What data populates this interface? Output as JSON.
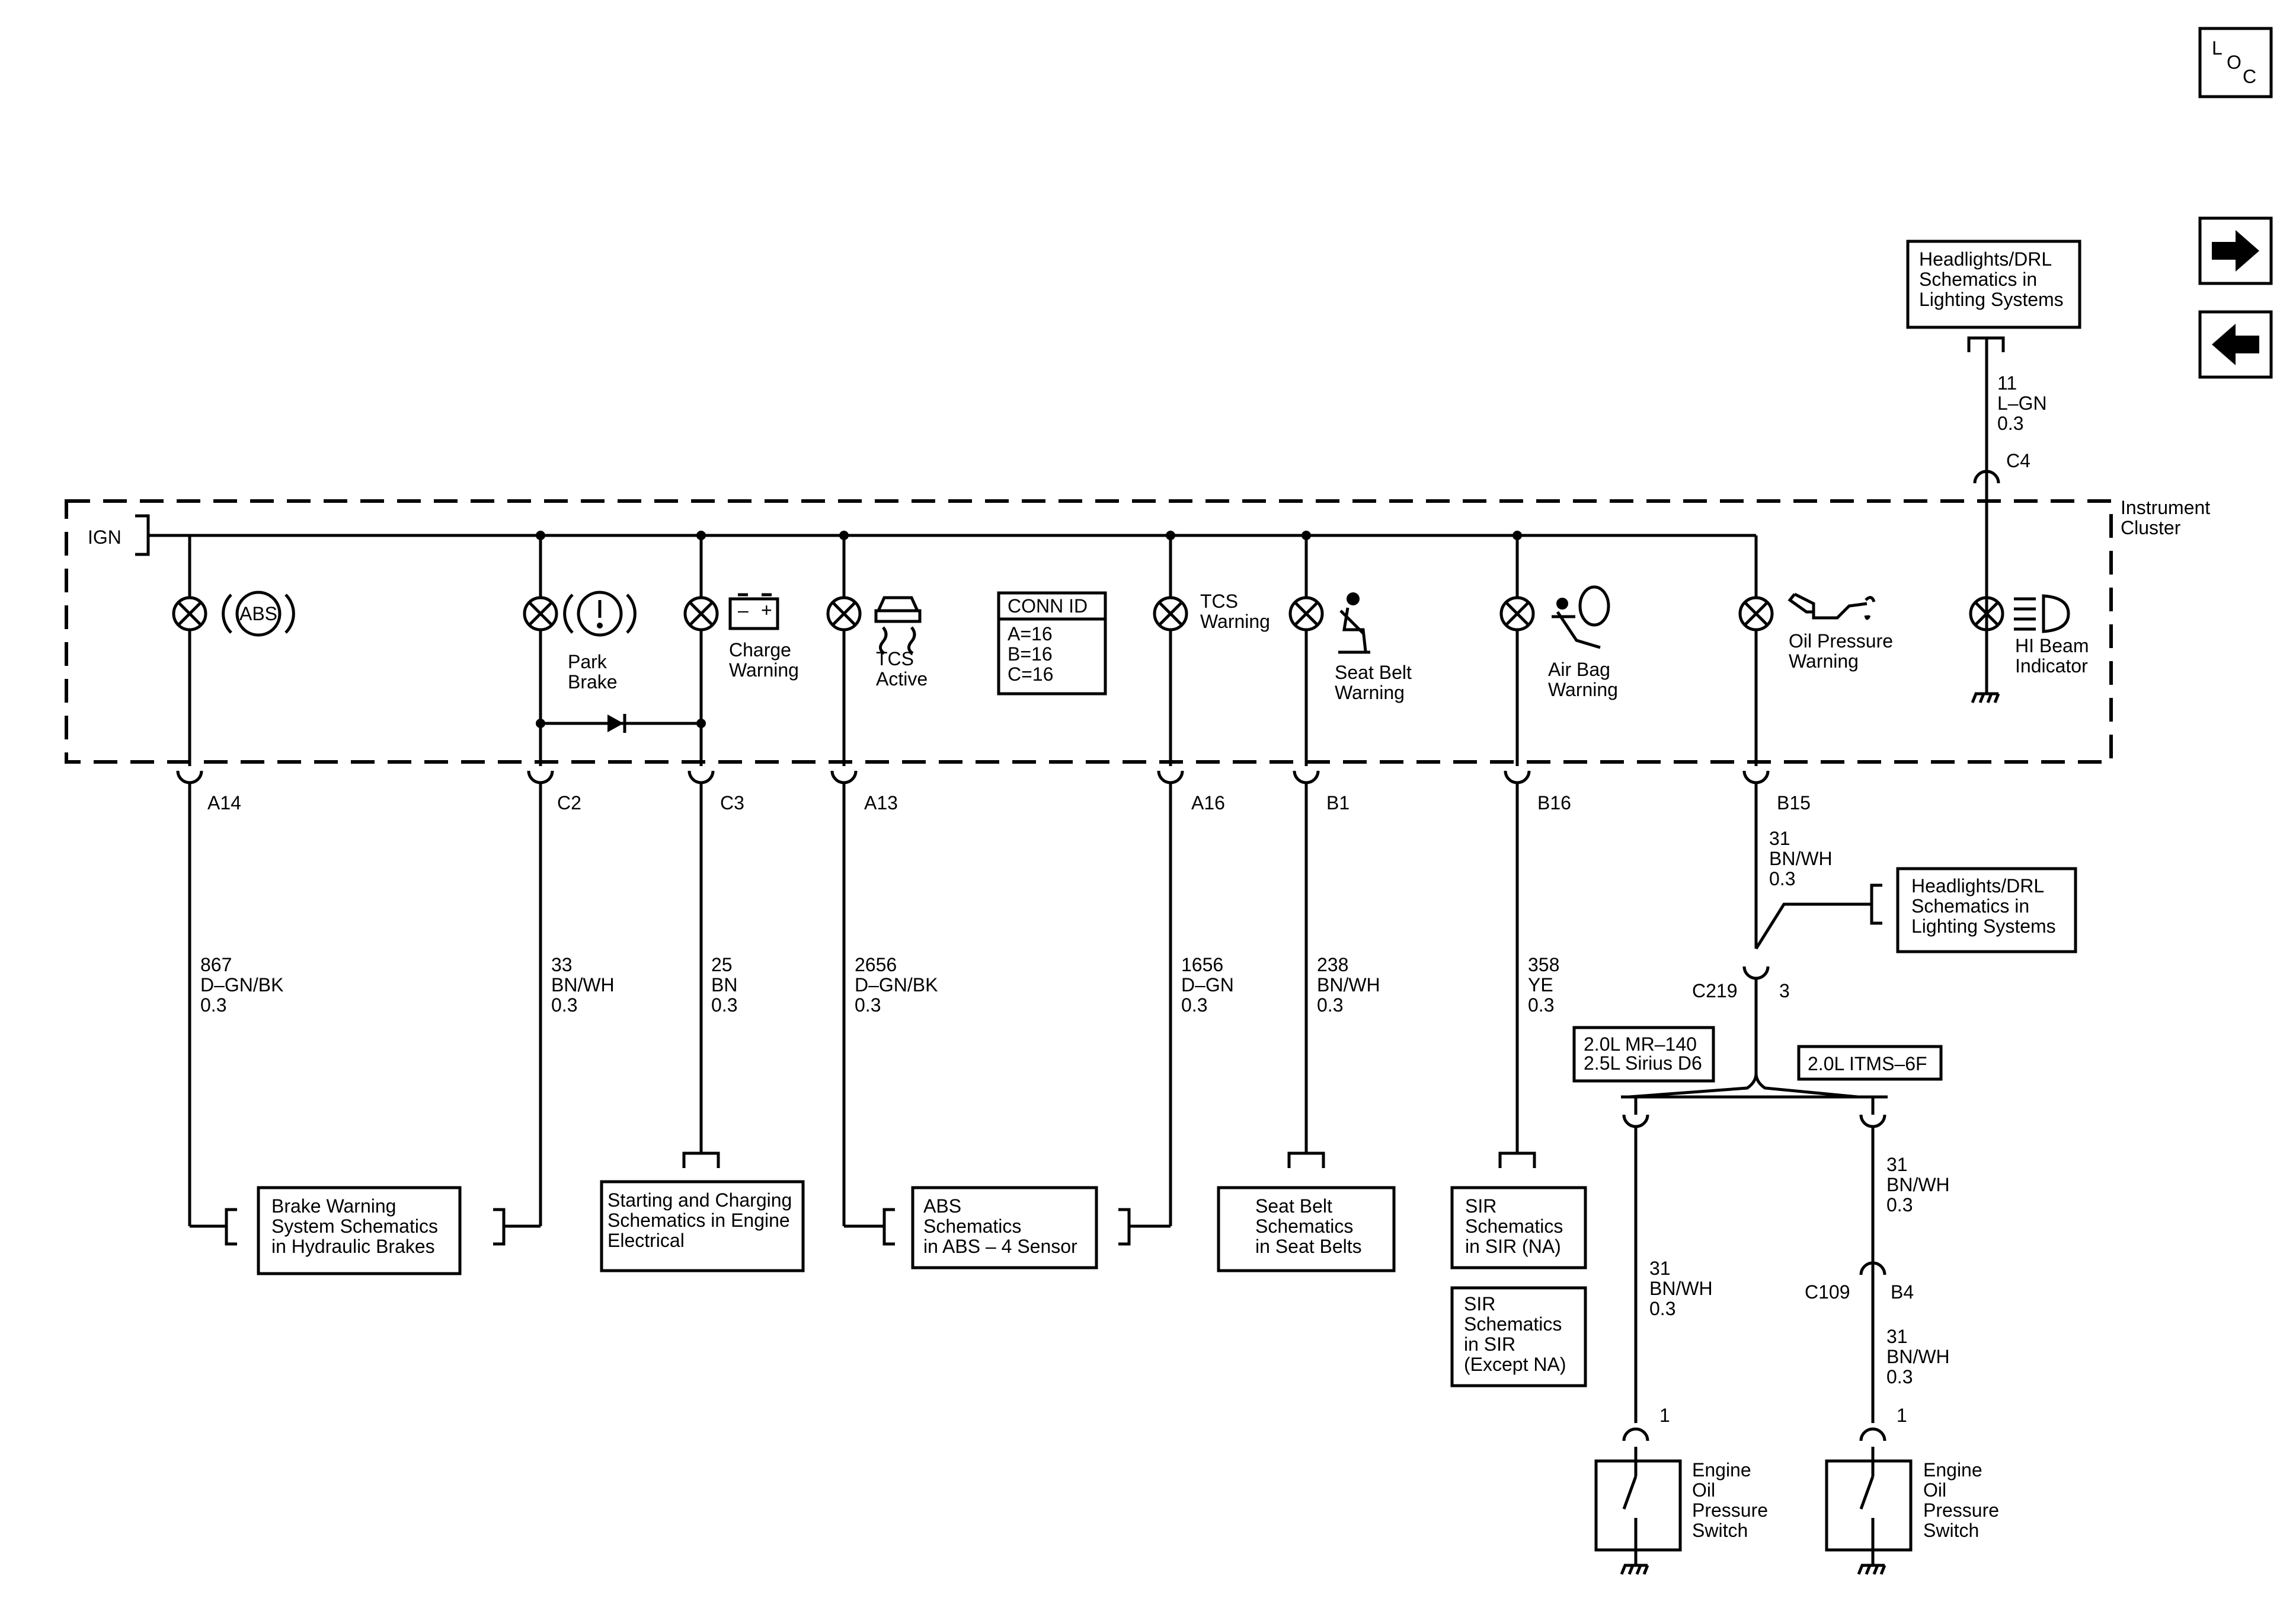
{
  "nav": {
    "loc": [
      "L",
      "O",
      "C"
    ],
    "forward_icon": "right-arrow-icon",
    "back_icon": "left-arrow-icon"
  },
  "cluster": {
    "title": [
      "Instrument",
      "Cluster"
    ],
    "ign": "IGN"
  },
  "conn_id": {
    "title": "CONN ID",
    "lines": [
      "A=16",
      "B=16",
      "C=16"
    ]
  },
  "lamps": {
    "abs": {
      "icon_text": "ABS"
    },
    "park": {
      "label": [
        "Park",
        "Brake"
      ]
    },
    "charge": {
      "label": [
        "Charge",
        "Warning"
      ]
    },
    "tcs_active": {
      "label": [
        "TCS",
        "Active"
      ]
    },
    "tcs_warning": {
      "label": [
        "TCS",
        "Warning"
      ]
    },
    "seatbelt": {
      "label": [
        "Seat Belt",
        "Warning"
      ]
    },
    "airbag": {
      "label": [
        "Air Bag",
        "Warning"
      ]
    },
    "oil": {
      "label": [
        "Oil Pressure",
        "Warning"
      ]
    },
    "hibeam": {
      "label": [
        "HI Beam",
        "Indicator"
      ]
    }
  },
  "pins": {
    "a14": "A14",
    "c2": "C2",
    "c3": "C3",
    "a13": "A13",
    "a16": "A16",
    "b1": "B1",
    "b16": "B16",
    "b15": "B15",
    "c4": "C4",
    "c219": "C219",
    "c219_pin": "3",
    "c109": "C109",
    "b4": "B4",
    "sw1_pin": "1",
    "sw2_pin": "1"
  },
  "wires": {
    "a14": [
      "867",
      "D–GN/BK",
      "0.3"
    ],
    "c2": [
      "33",
      "BN/WH",
      "0.3"
    ],
    "c3": [
      "25",
      "BN",
      "0.3"
    ],
    "a13": [
      "2656",
      "D–GN/BK",
      "0.3"
    ],
    "a16": [
      "1656",
      "D–GN",
      "0.3"
    ],
    "b1": [
      "238",
      "BN/WH",
      "0.3"
    ],
    "b16": [
      "358",
      "YE",
      "0.3"
    ],
    "b15": [
      "31",
      "BN/WH",
      "0.3"
    ],
    "c4": [
      "11",
      "L–GN",
      "0.3"
    ],
    "left_branch": [
      "31",
      "BN/WH",
      "0.3"
    ],
    "right_upper": [
      "31",
      "BN/WH",
      "0.3"
    ],
    "right_lower": [
      "31",
      "BN/WH",
      "0.3"
    ]
  },
  "refs": {
    "headlights_top": [
      "Headlights/DRL",
      "Schematics in",
      "Lighting Systems"
    ],
    "headlights_right": [
      "Headlights/DRL",
      "Schematics in",
      "Lighting Systems"
    ],
    "brake": [
      "Brake Warning",
      "System Schematics",
      "in Hydraulic Brakes"
    ],
    "starting": [
      "Starting and Charging",
      "Schematics in Engine",
      "Electrical"
    ],
    "abs": [
      "ABS",
      "Schematics",
      "in ABS – 4 Sensor"
    ],
    "seatbelt": [
      "Seat Belt",
      "Schematics",
      "in Seat Belts"
    ],
    "sir_na": [
      "SIR",
      "Schematics",
      "in SIR (NA)"
    ],
    "sir_except": [
      "SIR",
      "Schematics",
      "in SIR",
      "(Except NA)"
    ]
  },
  "engine_options": {
    "left": [
      "2.0L MR–140",
      "2.5L Sirius D6"
    ],
    "right": [
      "2.0L ITMS–6F"
    ]
  },
  "switches": {
    "left": [
      "Engine",
      "Oil",
      "Pressure",
      "Switch"
    ],
    "right": [
      "Engine",
      "Oil",
      "Pressure",
      "Switch"
    ]
  }
}
